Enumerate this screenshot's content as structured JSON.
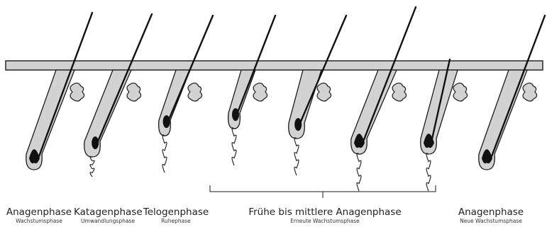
{
  "diagram": {
    "stages": [
      {
        "title": "Anagenphase",
        "subtitle": "Wachstumsphase"
      },
      {
        "title": "Katagenphase",
        "subtitle": "Umwandlungsphase"
      },
      {
        "title": "Telogenphase",
        "subtitle": "Ruhephase"
      },
      {
        "title": "Frühe bis mittlere Anagenphase",
        "subtitle": "Erneute Wachstumsphase"
      },
      {
        "title": "Anagenphase",
        "subtitle": "Neue Wachstumsphase"
      }
    ],
    "colors": {
      "skin_fill": "#d2d2d2",
      "outline": "#1a1a1a",
      "hair": "#111111",
      "background": "#ffffff"
    }
  }
}
